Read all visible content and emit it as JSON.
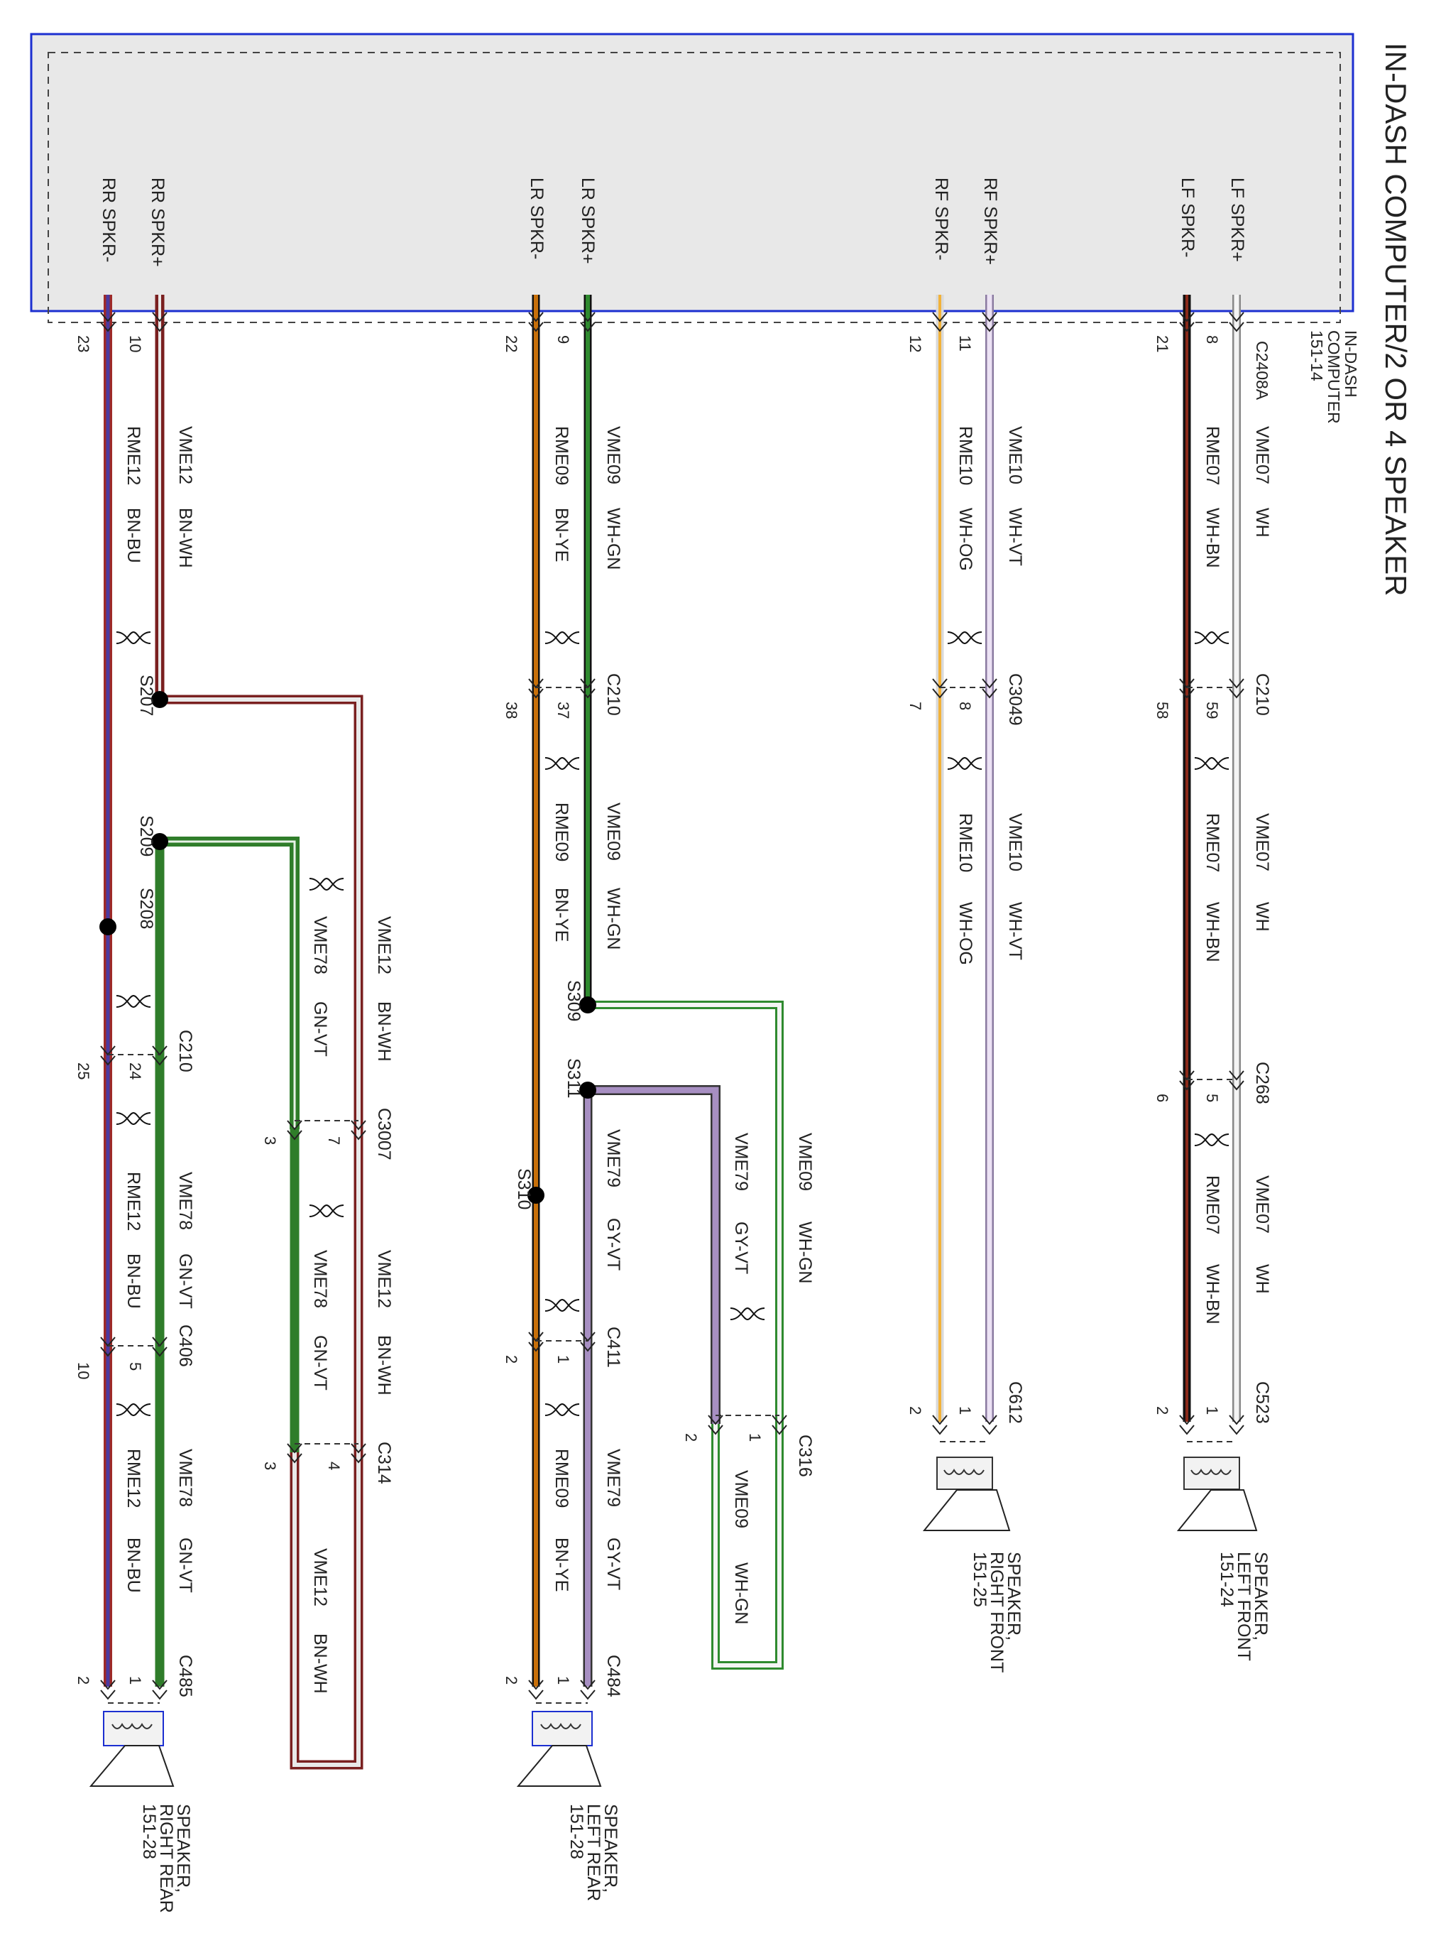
{
  "title": "IN-DASH COMPUTER/2 OR 4 SPEAKER",
  "module": {
    "name_lines": [
      "IN-DASH",
      "COMPUTER",
      "151-14"
    ],
    "connector": "C2408A",
    "terminals": [
      "LF SPKR+",
      "LF SPKR-",
      "RF SPKR+",
      "RF SPKR-",
      "LR SPKR+",
      "LR SPKR-",
      "RR SPKR+",
      "RR SPKR-"
    ]
  },
  "wire_colors": {
    "WH": "#f2f2f2",
    "WH-BN": "#8b2a1a",
    "WH-VT": "#d9c8e6",
    "WH-OG": "#f2b23a",
    "WH-GN": "#2f8a2f",
    "BN-YE": "#c8700a",
    "BN-WH": "#9e2a28",
    "BN-BU": "#7a3a8a",
    "GN-VT": "#2f7d2a",
    "GY-VT": "#a78fc2"
  },
  "circuits": [
    {
      "circuit": "VME07",
      "color": "WH",
      "path": [
        "C2408A-8",
        "C210-59",
        "C268-5",
        "C523-1"
      ],
      "speaker": "SPEAKER, LEFT FRONT 151-24"
    },
    {
      "circuit": "RME07",
      "color": "WH-BN",
      "path": [
        "C2408A-21",
        "C210-58",
        "C268-6",
        "C523-2"
      ],
      "speaker": "SPEAKER, LEFT FRONT 151-24"
    },
    {
      "circuit": "VME10",
      "color": "WH-VT",
      "path": [
        "C2408A-11",
        "C3049-8",
        "C612-1"
      ],
      "speaker": "SPEAKER, RIGHT FRONT 151-25"
    },
    {
      "circuit": "RME10",
      "color": "WH-OG",
      "path": [
        "C2408A-12",
        "C3049-7",
        "C612-2"
      ],
      "speaker": "SPEAKER, RIGHT FRONT 151-25"
    },
    {
      "circuit": "VME09",
      "color": "WH-GN",
      "path": [
        "C2408A-9",
        "C210-37",
        "S309",
        "C316-1"
      ]
    },
    {
      "circuit": "RME09",
      "color": "BN-YE",
      "path": [
        "C2408A-22",
        "C210-38",
        "S310",
        "C411-2",
        "C484-2"
      ],
      "speaker": "SPEAKER, LEFT REAR 151-28"
    },
    {
      "circuit": "VME79",
      "color": "GY-VT",
      "path": [
        "S311",
        "C411-1",
        "C484-1",
        "C316-2"
      ],
      "speaker": "SPEAKER, LEFT REAR 151-28"
    },
    {
      "circuit": "VME12",
      "color": "BN-WH",
      "path": [
        "C2408A-10",
        "S207",
        "C3007-7",
        "C314-4"
      ]
    },
    {
      "circuit": "RME12",
      "color": "BN-BU",
      "path": [
        "C2408A-23",
        "S208",
        "C210-25",
        "C406-10",
        "C485-2"
      ],
      "speaker": "SPEAKER, RIGHT REAR 151-28"
    },
    {
      "circuit": "VME78",
      "color": "GN-VT",
      "path": [
        "S209",
        "C210-24",
        "C406-5",
        "C485-1",
        "C3007-3",
        "C314-3"
      ],
      "speaker": "SPEAKER, RIGHT REAR 151-28"
    }
  ],
  "connectors": [
    "C210",
    "C3049",
    "C268",
    "C523",
    "C612",
    "C3007",
    "C316",
    "C411",
    "C314",
    "C406",
    "C484",
    "C485"
  ],
  "splices": [
    "S207",
    "S208",
    "S209",
    "S309",
    "S310",
    "S311"
  ],
  "pins": {
    "lf": [
      "8",
      "21",
      "59",
      "58",
      "5",
      "6",
      "1",
      "2"
    ],
    "rf": [
      "11",
      "12",
      "8",
      "7",
      "1",
      "2"
    ],
    "lr": [
      "9",
      "22",
      "37",
      "38",
      "1",
      "2",
      "1",
      "2"
    ],
    "rr": [
      "10",
      "23",
      "24",
      "25",
      "5",
      "10",
      "1",
      "2"
    ],
    "c3007": [
      "7",
      "3"
    ],
    "c314": [
      "4",
      "3"
    ],
    "c316": [
      "1",
      "2"
    ]
  },
  "wire_labels": {
    "VME07": "VME07",
    "WH": "WH",
    "RME07": "RME07",
    "WH-BN": "WH-BN",
    "VME10": "VME10",
    "WH-VT": "WH-VT",
    "RME10": "RME10",
    "WH-OG": "WH-OG",
    "VME09": "VME09",
    "WH-GN": "WH-GN",
    "RME09": "RME09",
    "BN-YE": "BN-YE",
    "VME79": "VME79",
    "GY-VT": "GY-VT",
    "VME12": "VME12",
    "BN-WH": "BN-WH",
    "RME12": "RME12",
    "BN-BU": "BN-BU",
    "VME78": "VME78",
    "GN-VT": "GN-VT"
  },
  "speakers": {
    "lf": [
      "SPEAKER,",
      "LEFT FRONT",
      "151-24"
    ],
    "rf": [
      "SPEAKER,",
      "RIGHT FRONT",
      "151-25"
    ],
    "lr": [
      "SPEAKER,",
      "LEFT REAR",
      "151-28"
    ],
    "rr": [
      "SPEAKER,",
      "RIGHT REAR",
      "151-28"
    ]
  }
}
